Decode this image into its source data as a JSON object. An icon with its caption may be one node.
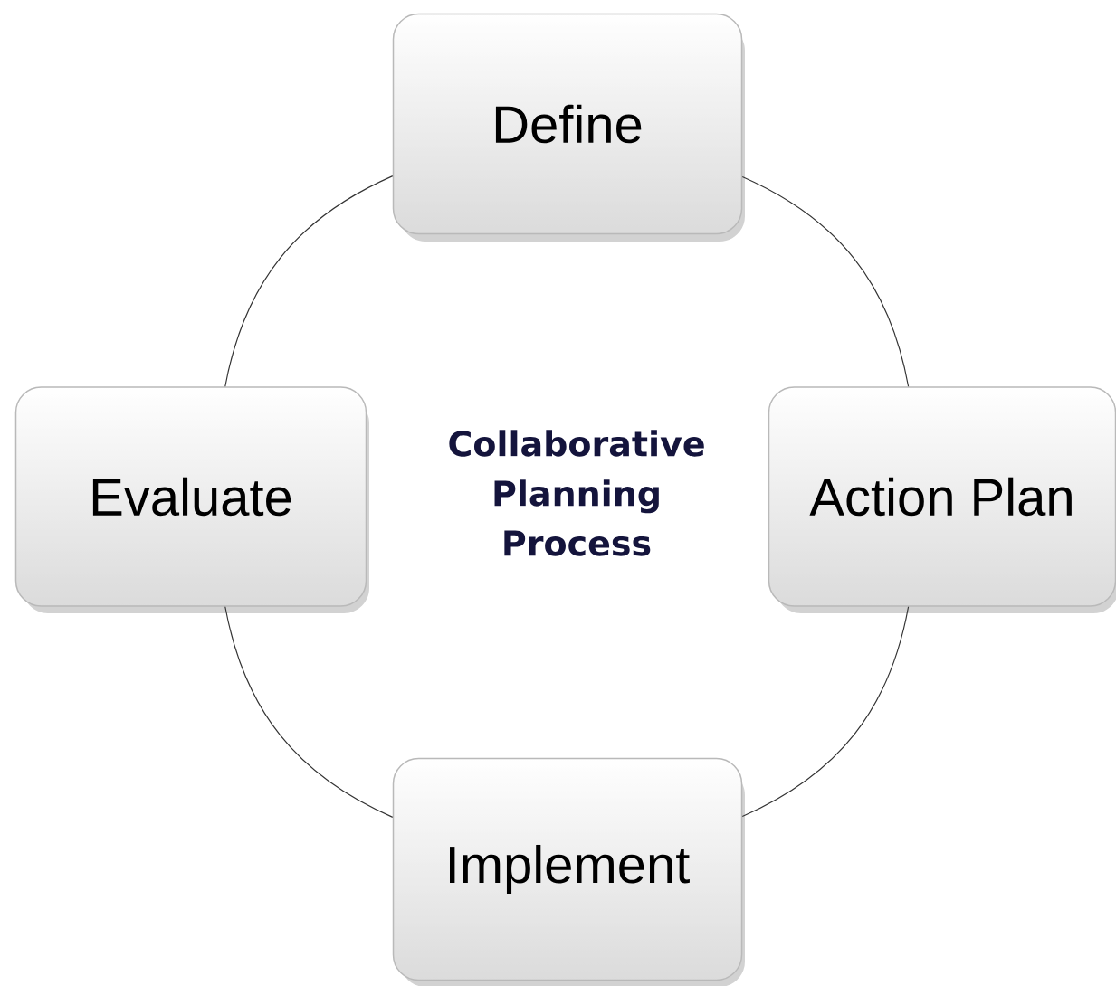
{
  "diagram": {
    "nodes": [
      {
        "text": [
          "Define"
        ]
      },
      {
        "text": [
          "Action Plan"
        ]
      },
      {
        "text": [
          "Implement"
        ]
      },
      {
        "text": [
          "Evaluate"
        ]
      }
    ],
    "edges": [
      {
        "from": 0,
        "to": 1,
        "arrow": "none"
      },
      {
        "from": 1,
        "to": 2,
        "arrow": "none"
      },
      {
        "from": 2,
        "to": 3,
        "arrow": "none"
      },
      {
        "from": 3,
        "to": 0,
        "arrow": "none"
      }
    ],
    "labels": [
      "Collaborative Planning Process"
    ]
  }
}
